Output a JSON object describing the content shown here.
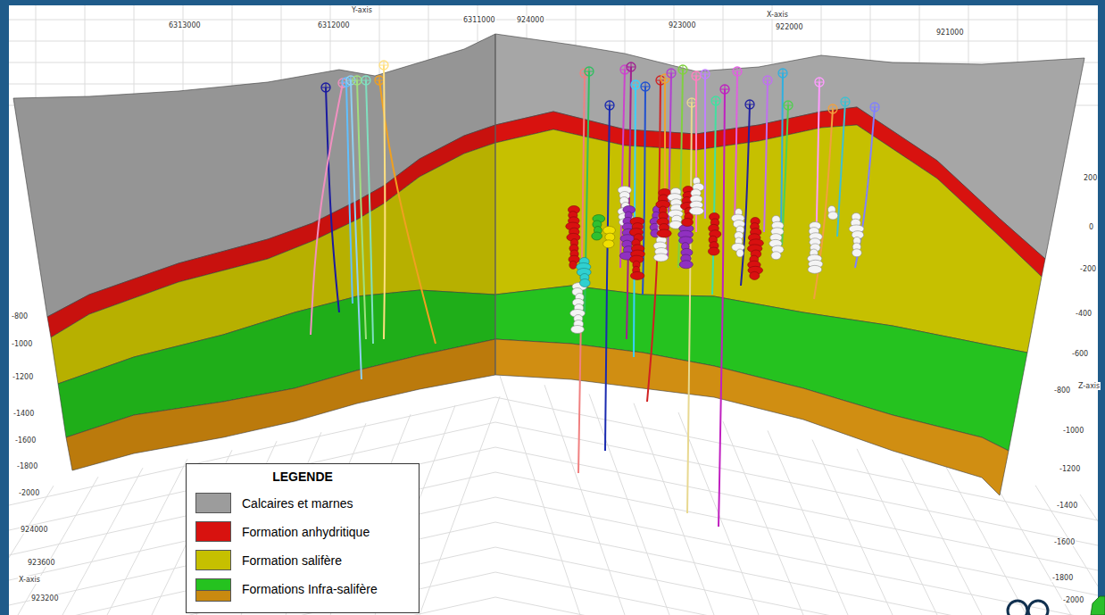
{
  "diagram": {
    "labels": [
      "LEGENDE",
      "Y-axis",
      "6313000",
      "6312000",
      "6311000",
      "924000",
      "923000",
      "X-axis",
      "922000",
      "921000",
      "200",
      "0",
      "-200",
      "-400",
      "-600",
      "Z-axis",
      "-800",
      "-1000",
      "-1200",
      "-1400",
      "-1600",
      "-1800",
      "-2000",
      "-800",
      "-1000",
      "-1200",
      "-1400",
      "-1600",
      "-1800",
      "-2000",
      "924000",
      "923600",
      "X-axis",
      "923200"
    ],
    "legend": [
      {
        "text": "Calcaires et marnes",
        "color": "#9c9c9c"
      },
      {
        "text": "Formation anhydritique",
        "color": "#d8120f"
      },
      {
        "text": "Formation salifère",
        "color": "#c6c000"
      },
      {
        "text": "Formations Infra-salifère",
        "color": "#25c21f"
      }
    ]
  }
}
